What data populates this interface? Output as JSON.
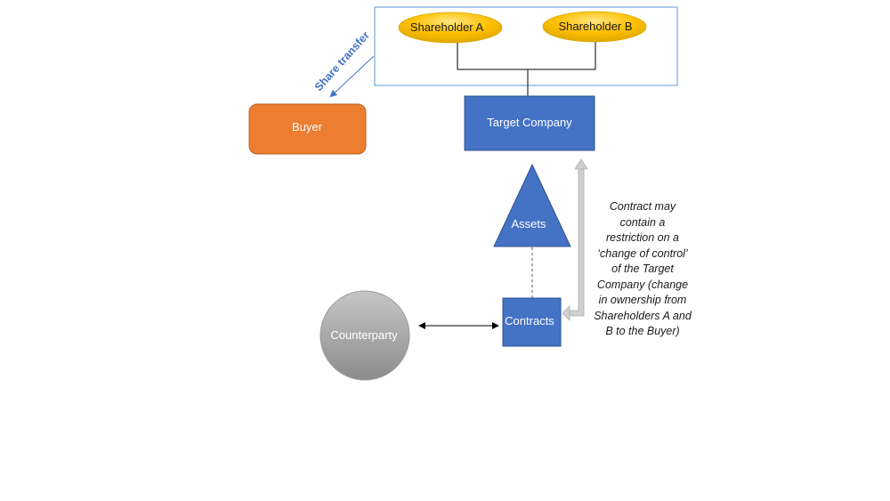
{
  "nodes": {
    "shareholder_a": "Shareholder A",
    "shareholder_b": "Shareholder B",
    "target_company": "Target Company",
    "buyer": "Buyer",
    "assets": "Assets",
    "contracts": "Contracts",
    "counterparty": "Counterparty"
  },
  "edges": {
    "share_transfer": "Share transfer"
  },
  "note": {
    "lines": [
      "Contract may",
      "contain a",
      "restriction on a",
      "‘change of control’",
      "of the Target",
      "Company (change",
      "in ownership from",
      "Shareholders A and",
      "B to the Buyer)"
    ]
  },
  "colors": {
    "shareholder_fill": "#ffc000",
    "box_fill": "#4472c4",
    "buyer_fill": "#ed7d31",
    "counterparty_fill": "#a6a6a6",
    "frame_stroke": "#5b9bd5",
    "label_blue": "#4472c4",
    "connector_grey": "#c8c8c8"
  }
}
